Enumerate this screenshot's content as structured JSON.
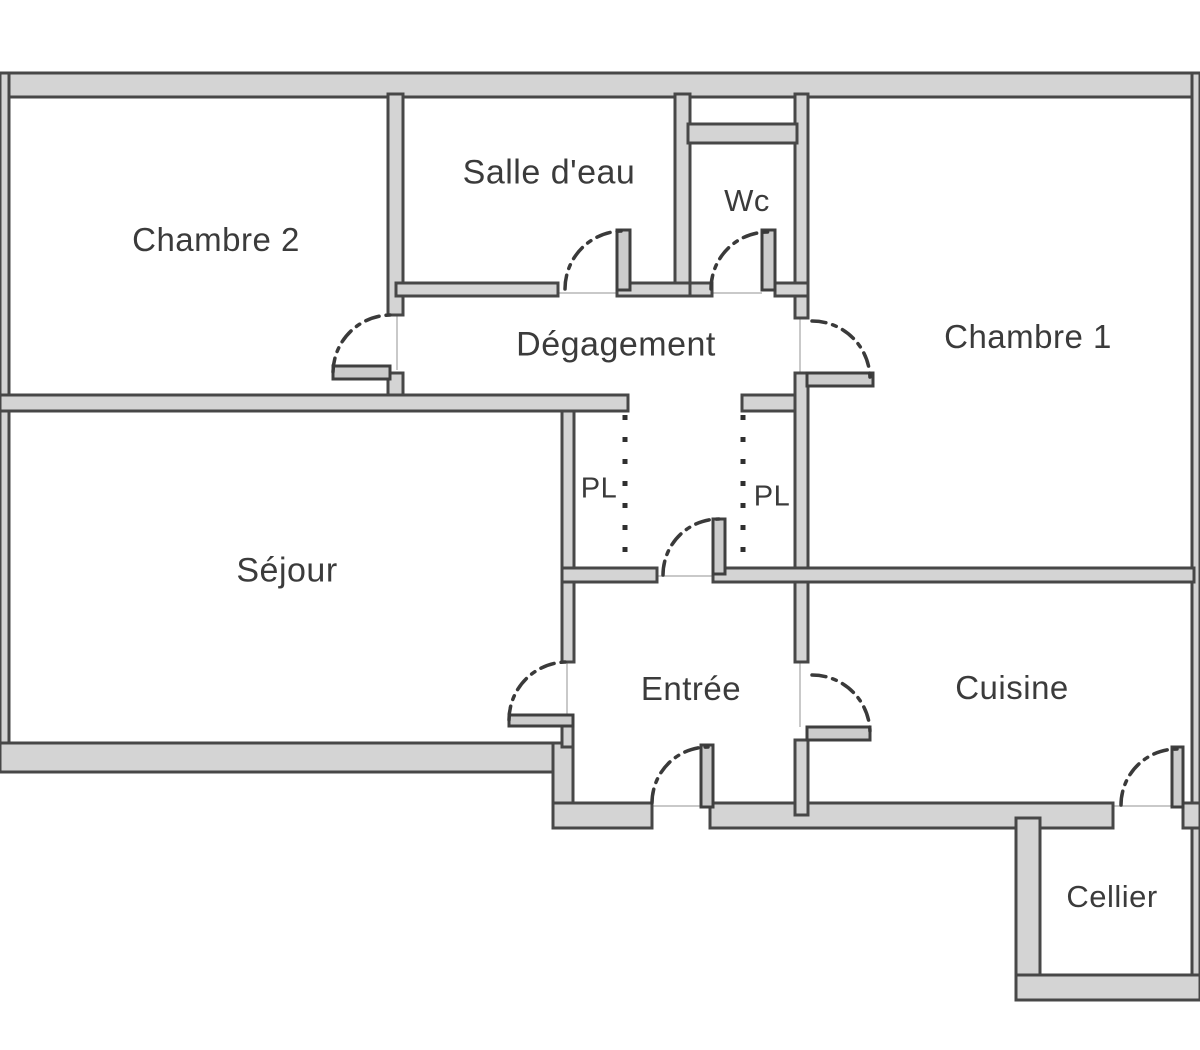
{
  "rooms": {
    "chambre2": {
      "label": "Chambre 2"
    },
    "salle_deau": {
      "label": "Salle d'eau"
    },
    "wc": {
      "label": "Wc"
    },
    "chambre1": {
      "label": "Chambre 1"
    },
    "degagement": {
      "label": "Dégagement"
    },
    "pl_left": {
      "label": "PL"
    },
    "pl_right": {
      "label": "PL"
    },
    "sejour": {
      "label": "Séjour"
    },
    "entree": {
      "label": "Entrée"
    },
    "cuisine": {
      "label": "Cuisine"
    },
    "cellier": {
      "label": "Cellier"
    }
  },
  "colors": {
    "background": "#ffffff",
    "wall_fill": "#d4d4d4",
    "wall_edge": "#474747",
    "door_arc": "#3a3a3a",
    "label_text": "#3b3b3b"
  }
}
